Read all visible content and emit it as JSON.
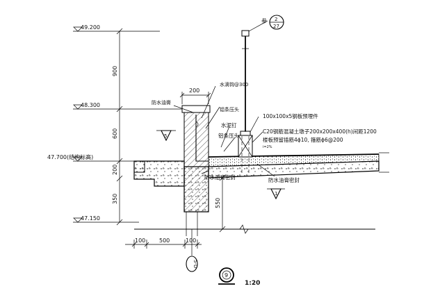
{
  "elevations": {
    "e1": "49.200",
    "e2": "48.300",
    "e3": "47.700(结构标高)",
    "e4": "47.150"
  },
  "vertical_dims": {
    "d900": "900",
    "d600": "600",
    "d200": "200",
    "d350": "350",
    "d550": "550"
  },
  "horizontal_dims": {
    "top200": "200",
    "b100a": "100",
    "b500": "500",
    "b100b": "100"
  },
  "labels": {
    "waterproof_paste": "防水油膏",
    "drain_hole": "水滴钩@300",
    "alu_cap": "铝条压头",
    "steel_embed": "100x100x5钢板预埋件",
    "cement_nail": "水泥钉",
    "alu_strip": "铝条压头",
    "concrete_pier": "C20钢筋混凝土墩子200x200x400(h)间距1200",
    "rebar_note": "楼板预留插筋4ɸ10, 箍筋ɸ6@200",
    "slope": "i=2%",
    "seal_left": "防水油膏密封",
    "seal_right": "防水油膏密封",
    "ref_prefix": "参",
    "ref_num": "2",
    "ref_den": "27",
    "tri_left": "5",
    "tri_right": "1",
    "axis": "5-D",
    "detail_no": "9",
    "scale": "1:20"
  }
}
